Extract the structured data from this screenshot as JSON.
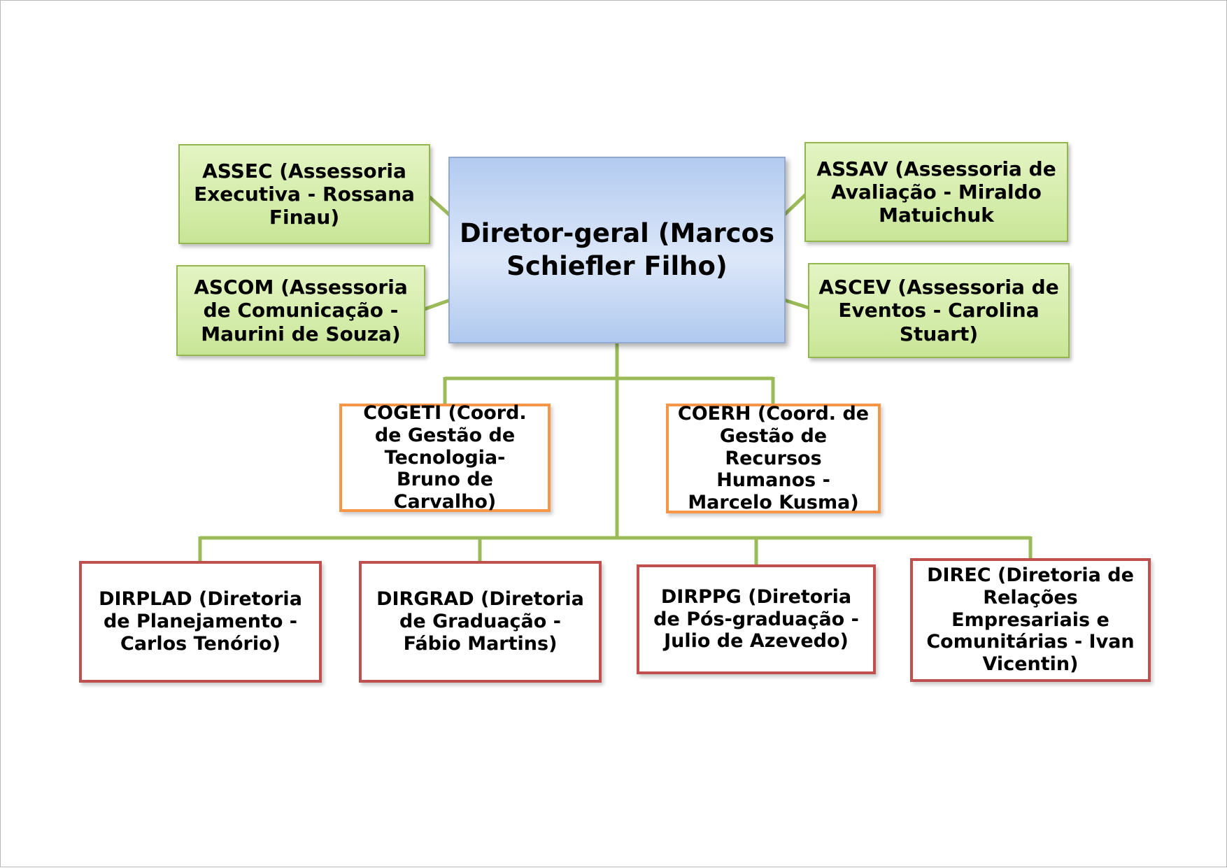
{
  "diagram": {
    "type": "org-chart",
    "nodes": {
      "director": {
        "label": "Diretor-geral (Marcos Schiefler Filho)",
        "role": "root"
      },
      "assec": {
        "label": "ASSEC (Assessoria Executiva - Rossana Finau)",
        "role": "assessoria"
      },
      "ascom": {
        "label": "ASCOM (Assessoria de Comunicação - Maurini de Souza)",
        "role": "assessoria"
      },
      "assav": {
        "label": "ASSAV (Assessoria de Avaliação - Miraldo Matuichuk",
        "role": "assessoria"
      },
      "ascev": {
        "label": "ASCEV (Assessoria de Eventos - Carolina Stuart)",
        "role": "assessoria"
      },
      "cogeti": {
        "label": "COGETI (Coord. de Gestão de Tecnologia- Bruno de Carvalho)",
        "role": "coordenacao"
      },
      "coerh": {
        "label": "COERH (Coord. de Gestão de Recursos Humanos - Marcelo Kusma)",
        "role": "coordenacao"
      },
      "dirplad": {
        "label": "DIRPLAD (Diretoria de Planejamento - Carlos Tenório)",
        "role": "diretoria"
      },
      "dirgrad": {
        "label": "DIRGRAD (Diretoria de Graduação - Fábio Martins)",
        "role": "diretoria"
      },
      "dirppg": {
        "label": "DIRPPG (Diretoria de Pós-graduação - Julio de Azevedo)",
        "role": "diretoria"
      },
      "direc": {
        "label": "DIREC (Diretoria de Relações Empresariais e Comunitárias - Ivan Vicentin)",
        "role": "diretoria"
      }
    },
    "edges": [
      [
        "director",
        "assec"
      ],
      [
        "director",
        "ascom"
      ],
      [
        "director",
        "assav"
      ],
      [
        "director",
        "ascev"
      ],
      [
        "director",
        "cogeti"
      ],
      [
        "director",
        "coerh"
      ],
      [
        "director",
        "dirplad"
      ],
      [
        "director",
        "dirgrad"
      ],
      [
        "director",
        "dirppg"
      ],
      [
        "director",
        "direc"
      ]
    ],
    "colors": {
      "assessoria_fill": "#d6eeab",
      "assessoria_border": "#94b64e",
      "director_fill": "#bcd1f2",
      "director_border": "#93a9cf",
      "coordenacao_border": "#f79646",
      "diretoria_border": "#c0504d",
      "connector": "#9bbb59"
    }
  }
}
